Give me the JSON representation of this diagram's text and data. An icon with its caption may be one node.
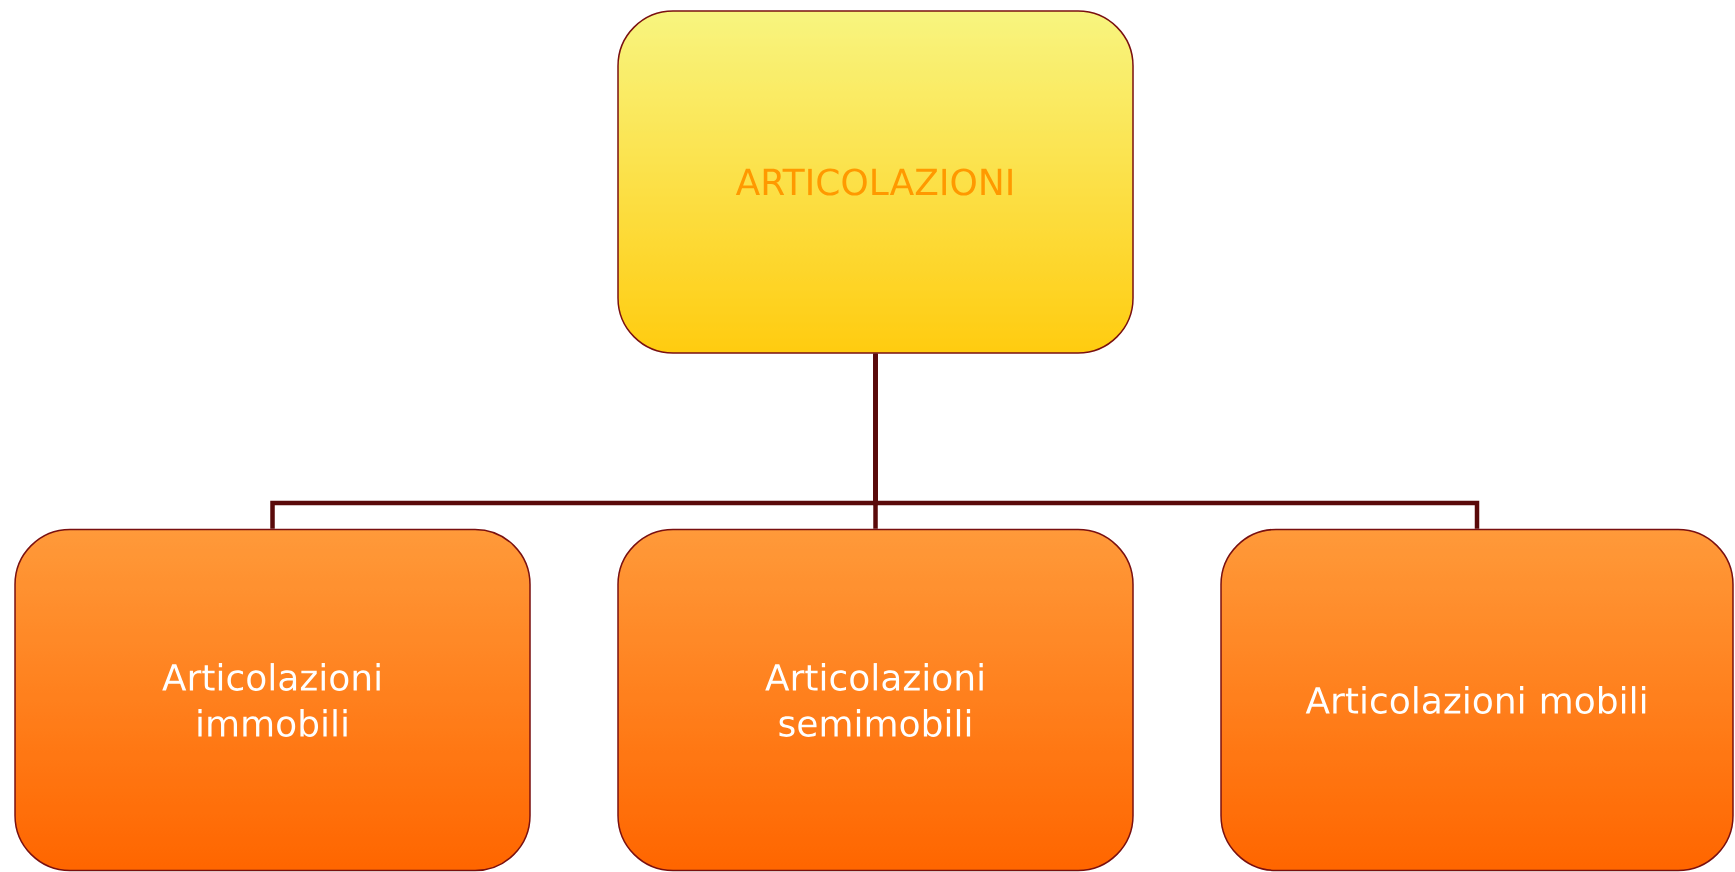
{
  "diagram": {
    "nodes": [
      {
        "text": [
          "ARTICOLAZIONI"
        ]
      },
      {
        "text": [
          "Articolazioni immobili"
        ]
      },
      {
        "text": [
          "Articolazioni semimobili"
        ]
      },
      {
        "text": [
          "Articolazioni mobili"
        ]
      }
    ],
    "edges": [
      {
        "from": 0,
        "to": 1,
        "arrow": "none"
      },
      {
        "from": 0,
        "to": 2,
        "arrow": "none"
      },
      {
        "from": 0,
        "to": 3,
        "arrow": "none"
      }
    ]
  }
}
